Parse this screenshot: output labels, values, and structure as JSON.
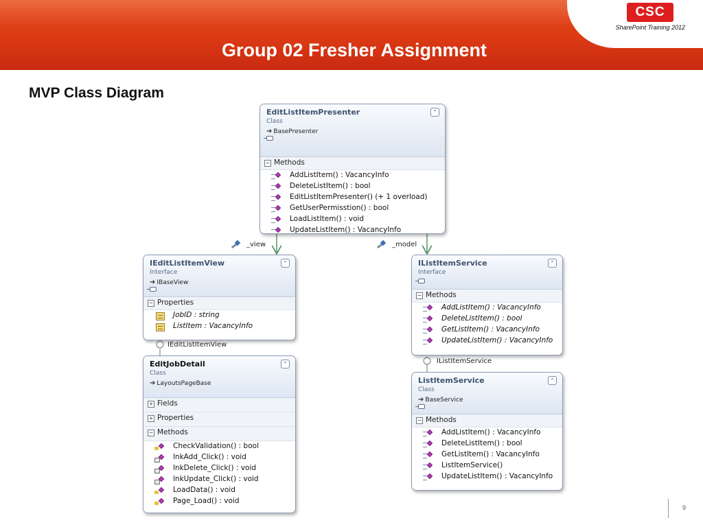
{
  "header": {
    "title": "Group 02 Fresher Assignment",
    "logo": "CSC",
    "training": "SharePoint Training 2012"
  },
  "slide": {
    "subtitle": "MVP Class Diagram",
    "page_number": "9"
  },
  "colors": {
    "header_orange": "#e14317",
    "logo_red": "#dd1f1f",
    "box_border": "#8c9bb3",
    "box_header": "#dde6f2",
    "method_icon": "#b53fb5"
  },
  "diagram": {
    "presenter": {
      "name": "EditListItemPresenter",
      "kind": "Class",
      "base": "BasePresenter",
      "section": "Methods",
      "members": [
        "AddListItem() : VacancyInfo",
        "DeleteListItem() : bool",
        "EditListItemPresenter() (+ 1 overload)",
        "GetUserPermisstion() : bool",
        "LoadListItem() : void",
        "UpdateListItem() : VacancyInfo"
      ]
    },
    "view_interface": {
      "name": "IEditListItemView",
      "kind": "Interface",
      "base": "IBaseView",
      "section": "Properties",
      "members": [
        "JobID : string",
        "ListItem : VacancyInfo"
      ]
    },
    "service_interface": {
      "name": "IListItemService",
      "kind": "Interface",
      "section": "Methods",
      "members": [
        "AddListItem() : VacancyInfo",
        "DeleteListItem() : bool",
        "GetListItem() : VacancyInfo",
        "UpdateListItem() : VacancyInfo"
      ]
    },
    "edit_job_detail": {
      "name": "EditJobDetail",
      "kind": "Class",
      "base": "LayoutsPageBase",
      "section_fields": "Fields",
      "section_properties": "Properties",
      "section_methods": "Methods",
      "members": [
        "CheckValidation() : bool",
        "lnkAdd_Click() : void",
        "lnkDelete_Click() : void",
        "lnkUpdate_Click() : void",
        "LoadData() : void",
        "Page_Load() : void"
      ]
    },
    "list_item_service": {
      "name": "ListItemService",
      "kind": "Class",
      "base": "BaseService",
      "section": "Methods",
      "members": [
        "AddListItem() : VacancyInfo",
        "DeleteListItem() : bool",
        "GetListItem() : VacancyInfo",
        "ListItemService()",
        "UpdateListItem() : VacancyInfo"
      ]
    },
    "associations": {
      "view": "_view",
      "model": "_model"
    },
    "lollipops": {
      "view": "IEditListItemView",
      "service": "IListItemService"
    }
  }
}
